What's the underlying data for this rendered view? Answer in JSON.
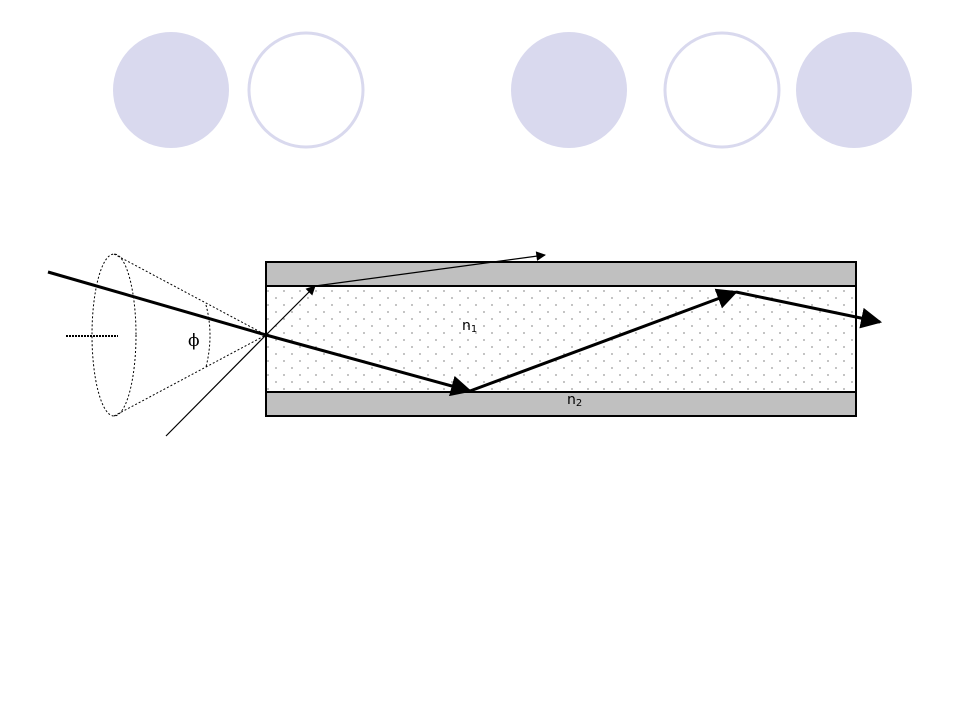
{
  "slide": {
    "decor": [
      {
        "kind": "filled-circle",
        "color": "#d9d9ee"
      },
      {
        "kind": "outline-circle",
        "color": "#d9d9ee"
      },
      {
        "kind": "filled-circle",
        "color": "#d9d9ee"
      },
      {
        "kind": "outline-circle",
        "color": "#d9d9ee"
      },
      {
        "kind": "filled-circle",
        "color": "#d9d9ee"
      }
    ]
  },
  "diagram": {
    "labels": {
      "core_index": "n",
      "core_index_sub": "1",
      "cladding_index": "n",
      "cladding_index_sub": "2",
      "acceptance_angle": "ϕ"
    },
    "colors": {
      "cladding": "#c0c0c0",
      "core_dots": "#9a9a9a",
      "ray": "#000000",
      "cone": "#000000"
    }
  }
}
